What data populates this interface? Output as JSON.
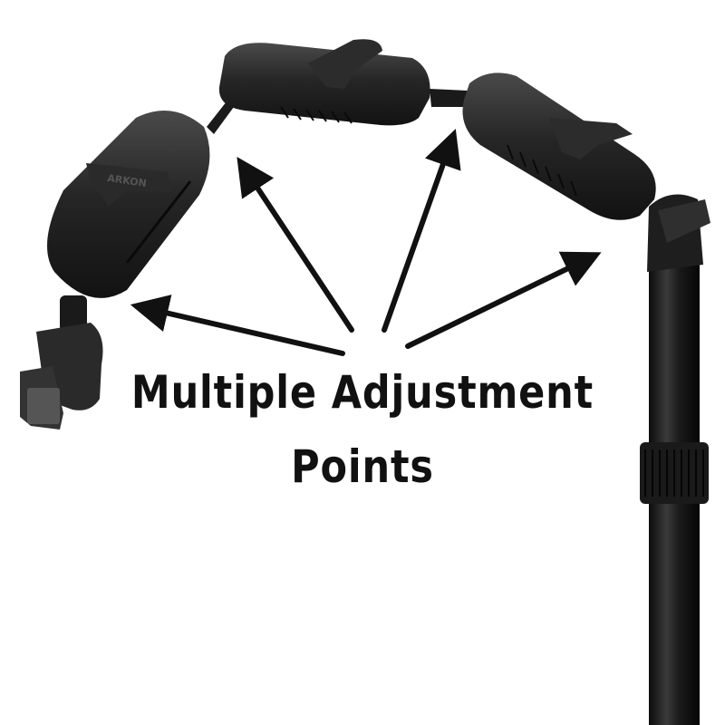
{
  "caption": {
    "line1": "Multiple Adjustment",
    "line2": "Points"
  },
  "branding": {
    "knob_logo": "ARKON"
  },
  "colors": {
    "background": "#ffffff",
    "product_dark": "#1c1c1c",
    "product_mid": "#2e2e2e",
    "arrow": "#111111"
  }
}
